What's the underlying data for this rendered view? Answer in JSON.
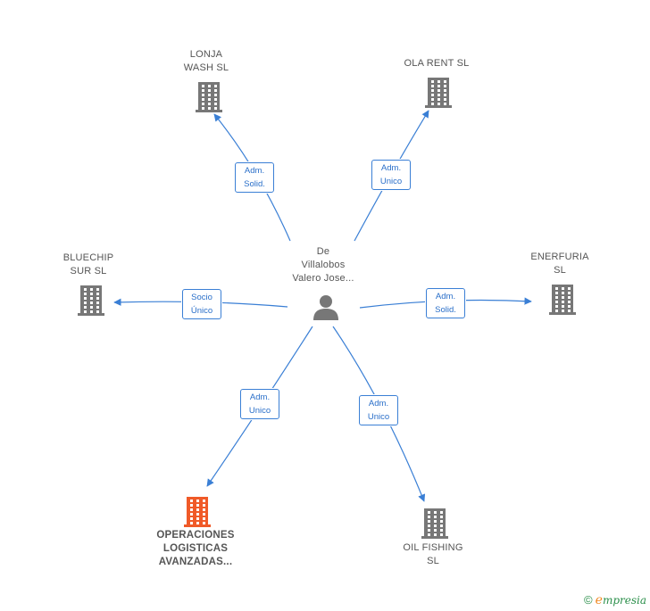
{
  "center": {
    "name_lines": [
      "De",
      "Villalobos",
      "Valero Jose..."
    ],
    "icon": "person-icon"
  },
  "companies": [
    {
      "id": "lonja",
      "name_lines": [
        "LONJA",
        "WASH  SL"
      ],
      "icon": "building-icon",
      "color": "#777777"
    },
    {
      "id": "ola",
      "name_lines": [
        "OLA RENT  SL"
      ],
      "icon": "building-icon",
      "color": "#777777"
    },
    {
      "id": "bluechip",
      "name_lines": [
        "BLUECHIP",
        "SUR SL"
      ],
      "icon": "building-icon",
      "color": "#777777"
    },
    {
      "id": "enerfuria",
      "name_lines": [
        "ENERFURIA",
        "SL"
      ],
      "icon": "building-icon",
      "color": "#777777"
    },
    {
      "id": "operaciones",
      "name_lines": [
        "OPERACIONES",
        "LOGISTICAS",
        "AVANZADAS..."
      ],
      "icon": "building-icon",
      "color": "#f05a28"
    },
    {
      "id": "oilfishing",
      "name_lines": [
        "OIL FISHING",
        "SL"
      ],
      "icon": "building-icon",
      "color": "#777777"
    }
  ],
  "relations": [
    {
      "to": "lonja",
      "label_lines": [
        "Adm.",
        "Solid."
      ]
    },
    {
      "to": "ola",
      "label_lines": [
        "Adm.",
        "Unico"
      ]
    },
    {
      "to": "bluechip",
      "label_lines": [
        "Socio",
        "Único"
      ]
    },
    {
      "to": "enerfuria",
      "label_lines": [
        "Adm.",
        "Solid."
      ]
    },
    {
      "to": "operaciones",
      "label_lines": [
        "Adm.",
        "Unico"
      ]
    },
    {
      "to": "oilfishing",
      "label_lines": [
        "Adm.",
        "Unico"
      ]
    }
  ],
  "colors": {
    "edge": "#3a7fd5",
    "building": "#777777",
    "highlight": "#f05a28",
    "person": "#777777"
  },
  "footer": {
    "copyright": "©",
    "brand_first": "e",
    "brand_rest": "mpresia"
  }
}
